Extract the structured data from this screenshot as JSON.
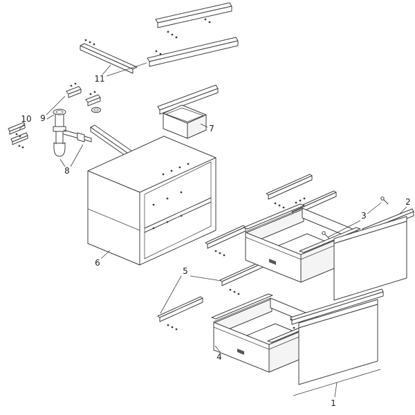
{
  "diagram": {
    "type": "exploded-parts-diagram",
    "background": "#ffffff",
    "line_color": "#3d3d3d",
    "shade_color": "#f4f4f4",
    "label_color": "#1c1c1c",
    "parts": [
      {
        "label": "1"
      },
      {
        "label": "2"
      },
      {
        "label": "3"
      },
      {
        "label": "4"
      },
      {
        "label": "5"
      },
      {
        "label": "6"
      },
      {
        "label": "7"
      },
      {
        "label": "8"
      },
      {
        "label": "9"
      },
      {
        "label": "10"
      },
      {
        "label": "11"
      }
    ]
  }
}
